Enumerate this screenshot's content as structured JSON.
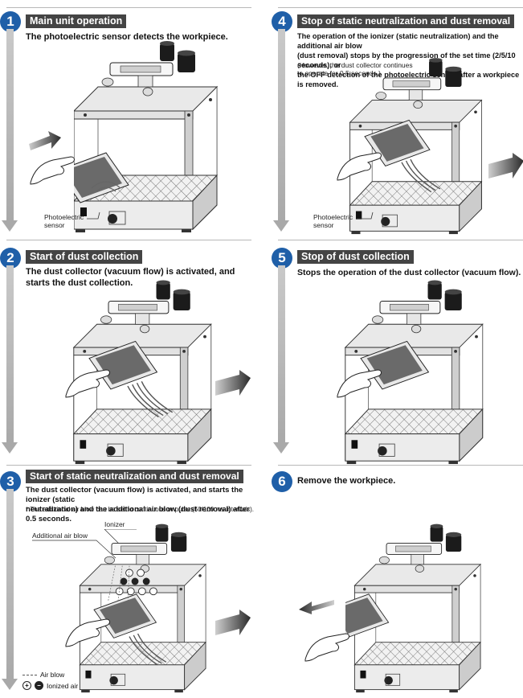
{
  "steps": [
    {
      "number": "1",
      "title": "Main unit operation",
      "description": "The photoelectric sensor detects the workpiece.",
      "labels": [
        "Photoelectric",
        "sensor"
      ]
    },
    {
      "number": "2",
      "title": "Start of dust collection",
      "description_lines": [
        "The dust collector (vacuum flow) is activated, and",
        "starts the dust collection."
      ]
    },
    {
      "number": "3",
      "title": "Start of static neutralization and dust removal",
      "description_lines": [
        "The dust collector (vacuum flow) is activated, and starts the ionizer (static",
        "neutralization) and the additional air blow (dust removal) after 0.5 seconds."
      ],
      "note": "* The additional air blow can be set to continuous or pulse (50/100 ms intervals).",
      "callouts": {
        "ionizer": "Ionizer",
        "air_blow": "Additional air blow"
      },
      "legend": {
        "air_blow": "Air blow",
        "ionized_air": "Ionized air"
      }
    },
    {
      "number": "4",
      "title": "Stop of static neutralization and dust removal",
      "description_lines": [
        "The operation of the ionizer (static neutralization) and the additional air blow",
        "(dust removal) stops by the progression of the set time (2/5/10 seconds), or",
        "the OFF detection of the photoelectric sensor after a workpiece is removed."
      ],
      "note_lines": [
        "(However, the dust collector continues",
        "to operate for 0.5 seconds.)"
      ],
      "labels": [
        "Photoelectric",
        "sensor"
      ]
    },
    {
      "number": "5",
      "title": "Stop of dust collection",
      "description": "Stops the operation of the dust collector (vacuum flow)."
    },
    {
      "number": "6",
      "description": "Remove the workpiece."
    }
  ]
}
